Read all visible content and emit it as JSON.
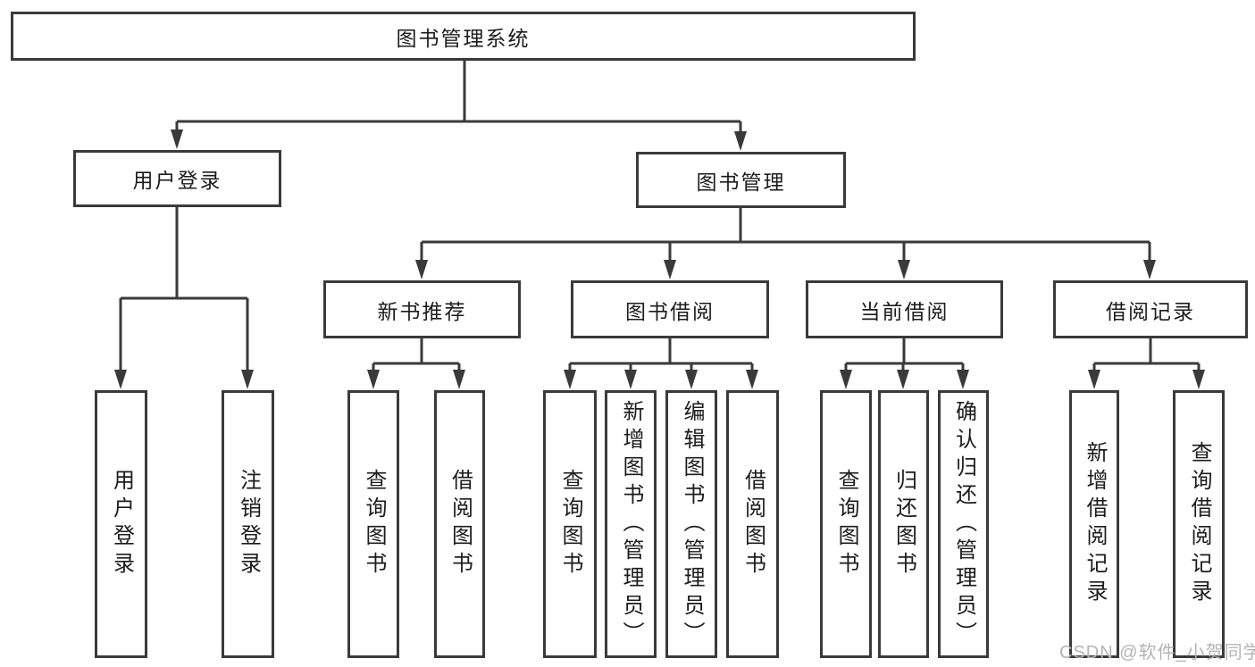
{
  "tree": {
    "root": "图书管理系统",
    "user_login": {
      "label": "用户登录",
      "children": [
        {
          "label": "用户登录"
        },
        {
          "label": "注销登录"
        }
      ]
    },
    "book_mgmt": {
      "label": "图书管理",
      "sections": [
        {
          "label": "新书推荐",
          "children": [
            {
              "label": "查询图书"
            },
            {
              "label": "借阅图书"
            }
          ]
        },
        {
          "label": "图书借阅",
          "children": [
            {
              "label": "查询图书"
            },
            {
              "label": "新增图书（管理员）"
            },
            {
              "label": "编辑图书（管理员）"
            },
            {
              "label": "借阅图书"
            }
          ]
        },
        {
          "label": "当前借阅",
          "children": [
            {
              "label": "查询图书"
            },
            {
              "label": "归还图书"
            },
            {
              "label": "确认归还（管理员）"
            }
          ]
        },
        {
          "label": "借阅记录",
          "children": [
            {
              "label": "新增借阅记录"
            },
            {
              "label": "查询借阅记录"
            }
          ]
        }
      ]
    }
  },
  "watermark": {
    "text": "CSDN @软件_小贺同学"
  },
  "colors": {
    "line": "#3a3a3a",
    "text": "#1c1c1c",
    "watermark": "#b4b4b4",
    "background": "#ffffff"
  }
}
